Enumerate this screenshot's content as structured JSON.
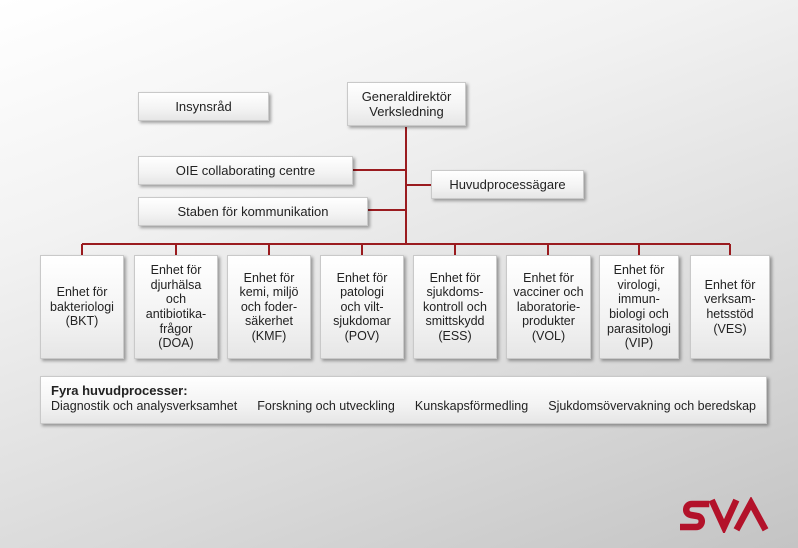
{
  "top": {
    "director": "Generaldirektör\nVerksledning",
    "insyn": "Insynsråd",
    "oie": "OIE collaborating centre",
    "staben": "Staben för kommunikation",
    "huvud": "Huvudprocessägare"
  },
  "units": [
    "Enhet för\nbakteriologi\n(BKT)",
    "Enhet för\ndjurhälsa\noch\nantibiotika-\nfrågor\n(DOA)",
    "Enhet för\nkemi, miljö\noch foder-\nsäkerhet\n(KMF)",
    "Enhet för\npatologi\noch vilt-\nsjukdomar\n(POV)",
    "Enhet för\nsjukdoms-\nkontroll och\nsmittskydd\n(ESS)",
    "Enhet för\nvacciner och\nlaboratorie-\nprodukter\n(VOL)",
    "Enhet för\nvirologi,\nimmun-\nbiologi och\nparasitologi\n(VIP)",
    "Enhet för\nverksam-\nhetsstöd\n(VES)"
  ],
  "processes": {
    "title": "Fyra huvudprocesser:",
    "items": [
      "Diagnostik och analysverksamhet",
      "Forskning och utveckling",
      "Kunskapsförmedling",
      "Sjukdomsövervakning och beredskap"
    ]
  },
  "logo": {
    "text": "SVA",
    "color": "#b3122a"
  },
  "colors": {
    "connector": "#9a1b1f"
  }
}
